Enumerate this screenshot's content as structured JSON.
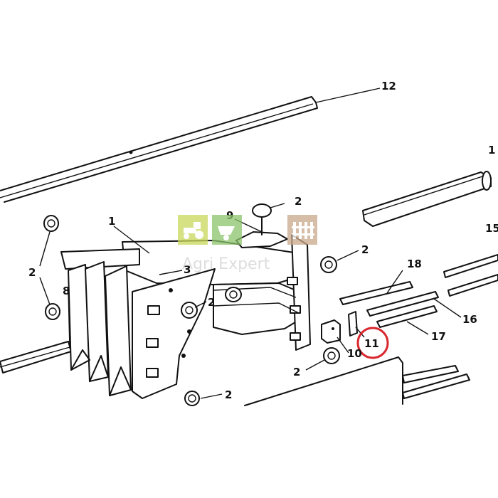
{
  "callouts": [
    {
      "id": "12",
      "text": "12"
    },
    {
      "id": "2a",
      "text": "2"
    },
    {
      "id": "9",
      "text": "9"
    },
    {
      "id": "1a",
      "text": "1"
    },
    {
      "id": "2b",
      "text": "2"
    },
    {
      "id": "3",
      "text": "3"
    },
    {
      "id": "2c",
      "text": "2"
    },
    {
      "id": "8",
      "text": "8"
    },
    {
      "id": "2d",
      "text": "2"
    },
    {
      "id": "18",
      "text": "18"
    },
    {
      "id": "16",
      "text": "16"
    },
    {
      "id": "17",
      "text": "17"
    },
    {
      "id": "10",
      "text": "10"
    },
    {
      "id": "11",
      "text": "11"
    },
    {
      "id": "2e",
      "text": "2"
    },
    {
      "id": "2f",
      "text": "2"
    },
    {
      "id": "1b",
      "text": "1"
    },
    {
      "id": "15",
      "text": "15"
    }
  ],
  "highlight": {
    "target": "11",
    "color": "#d9282f"
  },
  "watermark": {
    "text": "Agri Expert",
    "icons": [
      {
        "name": "tractor-icon",
        "color": "#c9d85a"
      },
      {
        "name": "wheelbarrow-icon",
        "color": "#8cc36b"
      },
      {
        "name": "fence-icon",
        "color": "#c8a88a"
      }
    ]
  }
}
